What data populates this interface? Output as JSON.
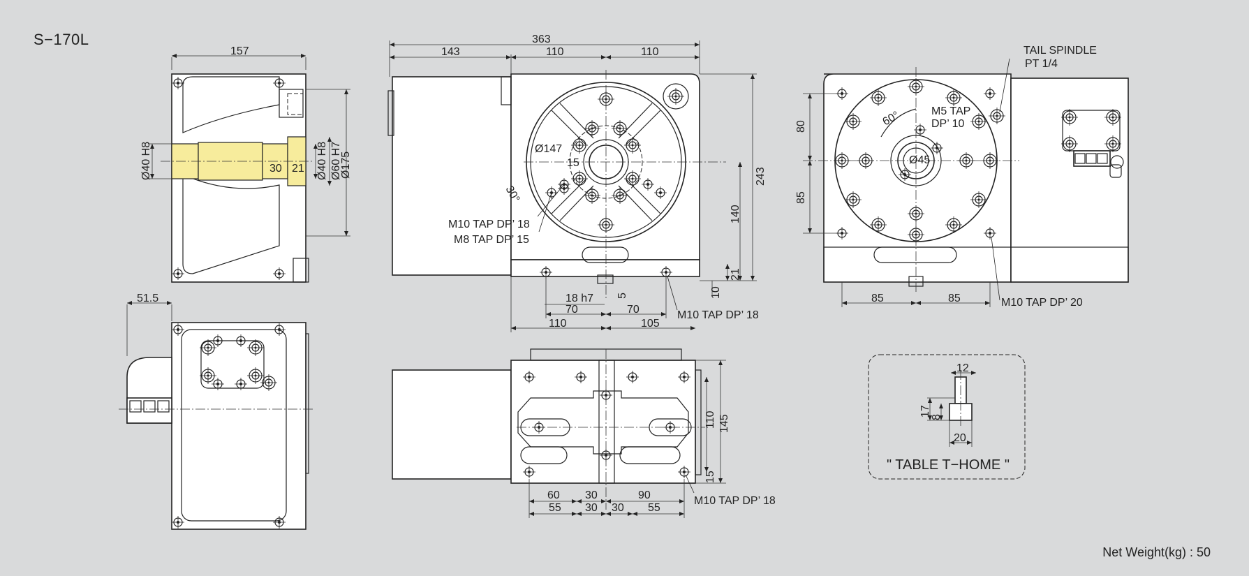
{
  "model": "S−170L",
  "net_weight": "Net Weight(kg) : 50",
  "labels": {
    "d157": "157",
    "d40h8": "Ø40 H8",
    "d30": "30",
    "d21": "21",
    "d40h8b": "Ø40 H8",
    "d60h7": "Ø60 H7",
    "d175": "Ø175",
    "d515": "51.5",
    "d363": "363",
    "d143": "143",
    "d110a": "110",
    "d110b": "110",
    "d147": "Ø147",
    "d15": "15",
    "d30deg": "30°",
    "m10a": "M10 TAP DP’ 18",
    "m8": "M8 TAP DP’ 15",
    "d243": "243",
    "d140": "140",
    "d21b": "21",
    "d10": "10",
    "d18h7": "18 h7",
    "d5": "5",
    "d70a": "70",
    "d70b": "70",
    "d110c": "110",
    "d105": "105",
    "m10b": "M10 TAP DP’ 18",
    "tail1": "TAIL SPINDLE",
    "tail2": "PT 1/4",
    "d60deg": "60°",
    "m5a": "M5 TAP",
    "m5b": "DP’ 10",
    "d80": "80",
    "d85v": "85",
    "d45": "Ø45",
    "d85a": "85",
    "d85b": "85",
    "m10c": "M10 TAP DP’ 20",
    "d110d": "110",
    "d145": "145",
    "d15b": "15",
    "d60": "60",
    "d30a": "30",
    "d90": "90",
    "d55a": "55",
    "d30b": "30",
    "d30c": "30",
    "d55b": "55",
    "m10d": "M10 TAP DP’ 18",
    "d12": "12",
    "d17": "17",
    "d8": "8",
    "d20": "20",
    "thome": "\" TABLE T−HOME \""
  }
}
